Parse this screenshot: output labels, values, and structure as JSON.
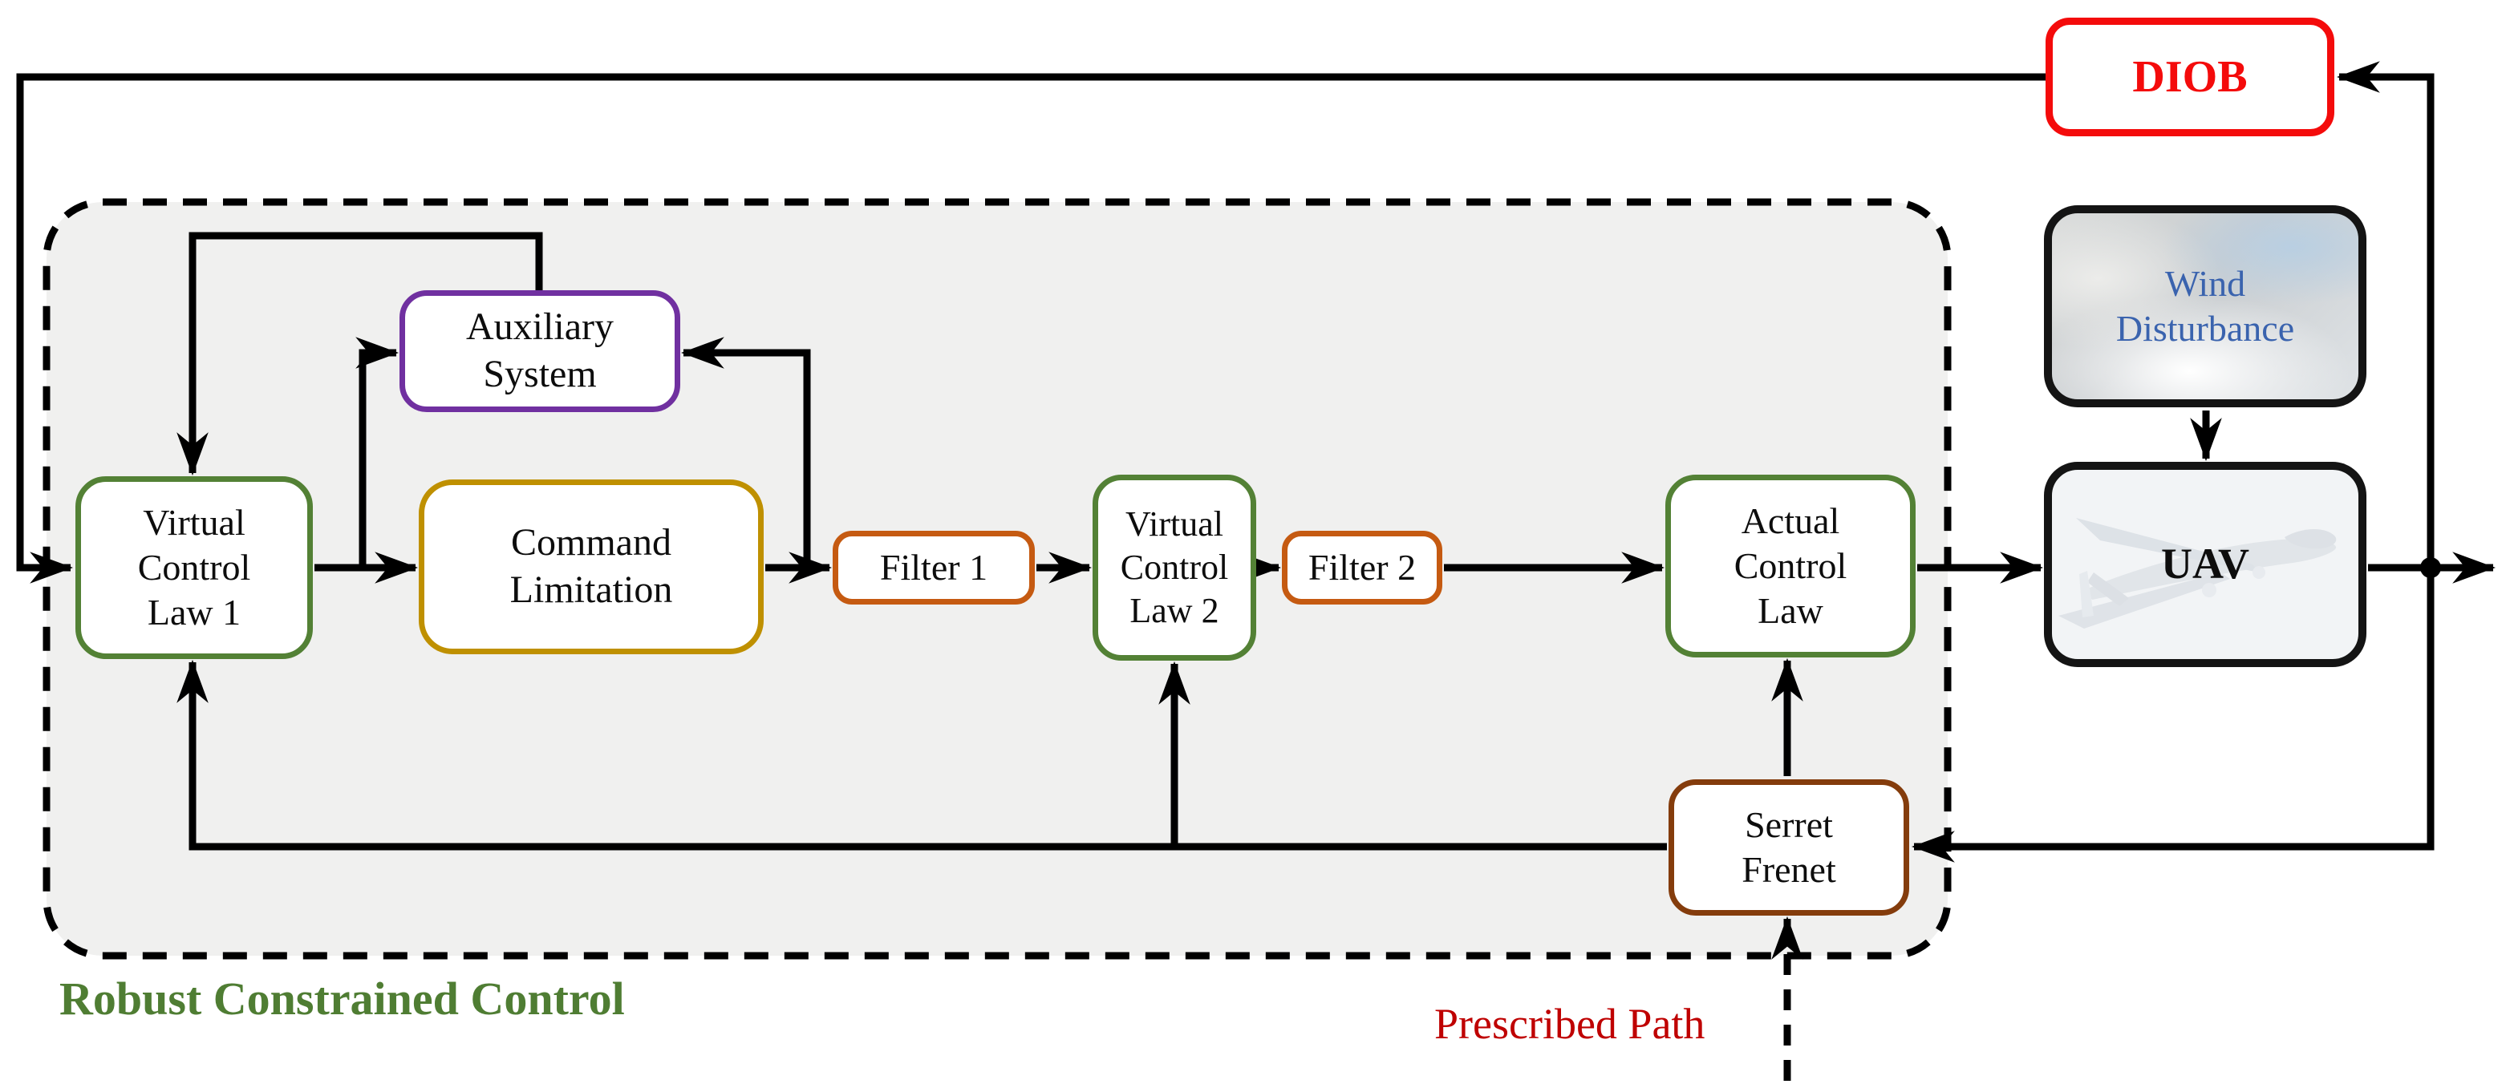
{
  "diagram": {
    "title_context": "UAV robust constrained path-following control block diagram",
    "boxes": {
      "vcl1": {
        "label": "Virtual\nControl\nLaw 1",
        "border_color": "#538135"
      },
      "aux": {
        "label": "Auxiliary\nSystem",
        "border_color": "#7030a0"
      },
      "cmd": {
        "label": "Command\nLimitation",
        "border_color": "#bf9000"
      },
      "filter1": {
        "label": "Filter 1",
        "border_color": "#c55a11"
      },
      "vcl2": {
        "label": "Virtual\nControl\nLaw 2",
        "border_color": "#538135"
      },
      "filter2": {
        "label": "Filter 2",
        "border_color": "#c55a11"
      },
      "acl": {
        "label": "Actual\nControl\nLaw",
        "border_color": "#538135"
      },
      "serret": {
        "label": "Serret\nFrenet",
        "border_color": "#843c0c"
      },
      "wind": {
        "label": "Wind\nDisturbance",
        "border_color": "#141414",
        "text_color": "#3a63ae"
      },
      "uav": {
        "label": "UAV",
        "border_color": "#141414"
      },
      "diob": {
        "label": "DIOB",
        "border_color": "#f40b0b",
        "text_color": "#f40b0b"
      }
    },
    "captions": {
      "region": {
        "text": "Robust Constrained Control",
        "color": "#4f7d33"
      },
      "path": {
        "text": "Prescribed Path",
        "color": "#bf0000"
      }
    },
    "container": {
      "fill": "#f0f0ef",
      "stroke": "#000000",
      "style": "dashed"
    },
    "connector_color": "#000000",
    "background": "#ffffff"
  }
}
